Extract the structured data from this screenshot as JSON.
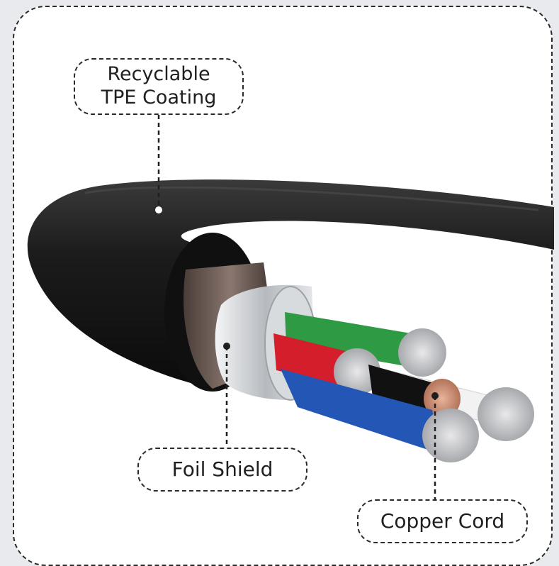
{
  "callouts": {
    "tpe": {
      "line1": "Recyclable",
      "line2": "TPE Coating"
    },
    "foil": {
      "text": "Foil Shield"
    },
    "copper": {
      "text": "Copper Cord"
    }
  },
  "colors": {
    "background": "#e9eaed",
    "jacket": "#1a1a1a",
    "shield_braid": "#6b5a52",
    "foil": "#c9ccd0",
    "wire_green": "#2e9a44",
    "wire_red": "#d41e2c",
    "wire_blue": "#2457b5",
    "wire_white": "#f2f2f2",
    "wire_black": "#111111",
    "copper": "#c98a70"
  },
  "icons": {
    "connector_dot": "dot-marker"
  }
}
